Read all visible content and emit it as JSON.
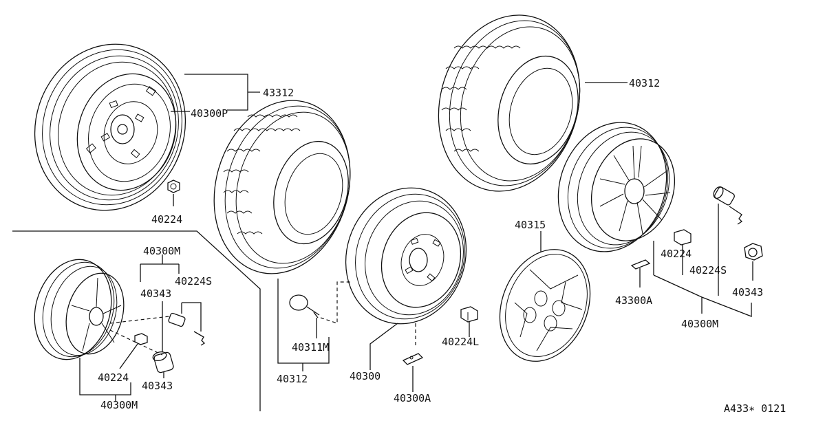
{
  "labels": {
    "l43312": "43312",
    "l40300P": "40300P",
    "l40224_a": "40224",
    "l40312_top": "40312",
    "l40315": "40315",
    "l40224_right": "40224",
    "l40224S_right": "40224S",
    "l40343_right": "40343",
    "l43300A": "43300A",
    "l40300M_right": "40300M",
    "l40224L": "40224L",
    "l40311M": "40311M",
    "l40312_bottom": "40312",
    "l40300": "40300",
    "l40300A": "40300A",
    "l40300M_inset_top": "40300M",
    "l40343_inset_top": "40343",
    "l40224S_inset": "40224S",
    "l40224_inset": "40224",
    "l40343_inset_bottom": "40343",
    "l40300M_inset_bottom": "40300M",
    "code": "A433∗ 0121"
  },
  "colors": {
    "ink": "#111111",
    "background": "#ffffff"
  }
}
